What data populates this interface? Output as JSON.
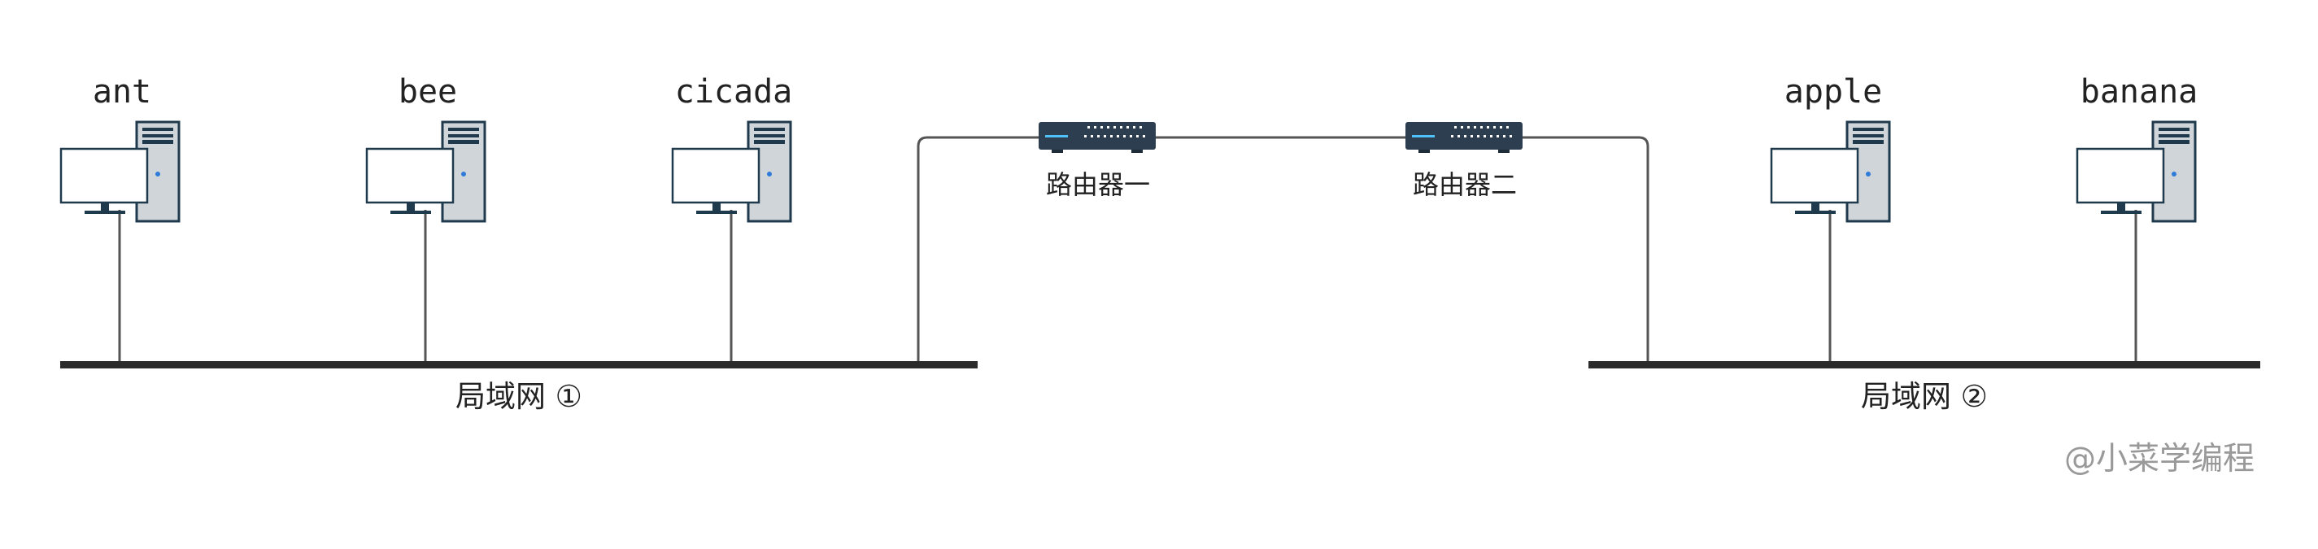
{
  "computers": [
    {
      "name": "ant"
    },
    {
      "name": "bee"
    },
    {
      "name": "cicada"
    },
    {
      "name": "apple"
    },
    {
      "name": "banana"
    }
  ],
  "routers": [
    {
      "label": "路由器一"
    },
    {
      "label": "路由器二"
    }
  ],
  "lans": [
    {
      "label": "局域网 ①"
    },
    {
      "label": "局域网 ②"
    }
  ],
  "watermark": "@小菜学编程",
  "colors": {
    "line": "#555555",
    "bus": "#2b2b2b",
    "router_body": "#2c3e50",
    "router_led": "#4fc3f7",
    "tower": "#d0d5da",
    "tower_outline": "#1f3a4d",
    "text": "#222222",
    "watermark": "#999999"
  }
}
